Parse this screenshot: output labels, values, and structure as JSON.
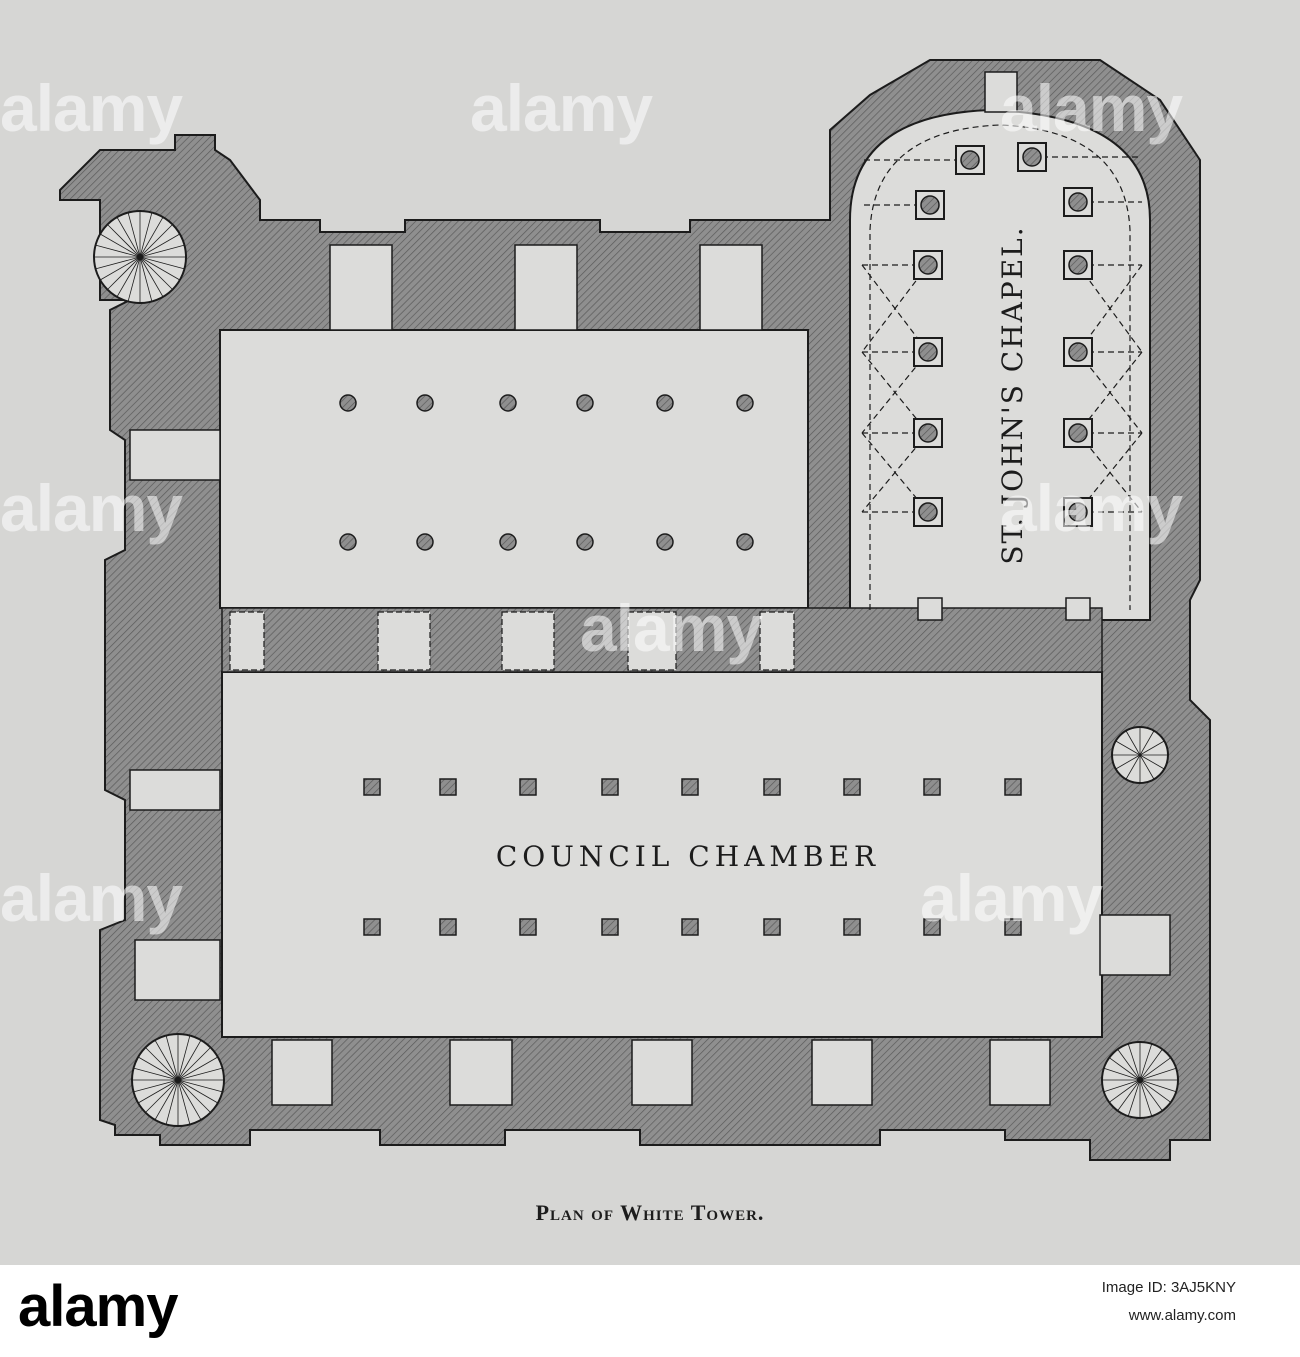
{
  "caption": "Plan of White Tower.",
  "rooms": {
    "council_chamber": "COUNCIL CHAMBER",
    "chapel": "ST. JOHN'S CHAPEL."
  },
  "watermark": {
    "text": "alamy"
  },
  "footer": {
    "logo": "alamy",
    "image_id": "Image ID: 3AJ5KNY",
    "url": "www.alamy.com"
  },
  "colors": {
    "paper": "#d6d6d4",
    "wall": "#8f8f8f",
    "ink": "#1c1c1c",
    "room": "#dcdcda"
  }
}
